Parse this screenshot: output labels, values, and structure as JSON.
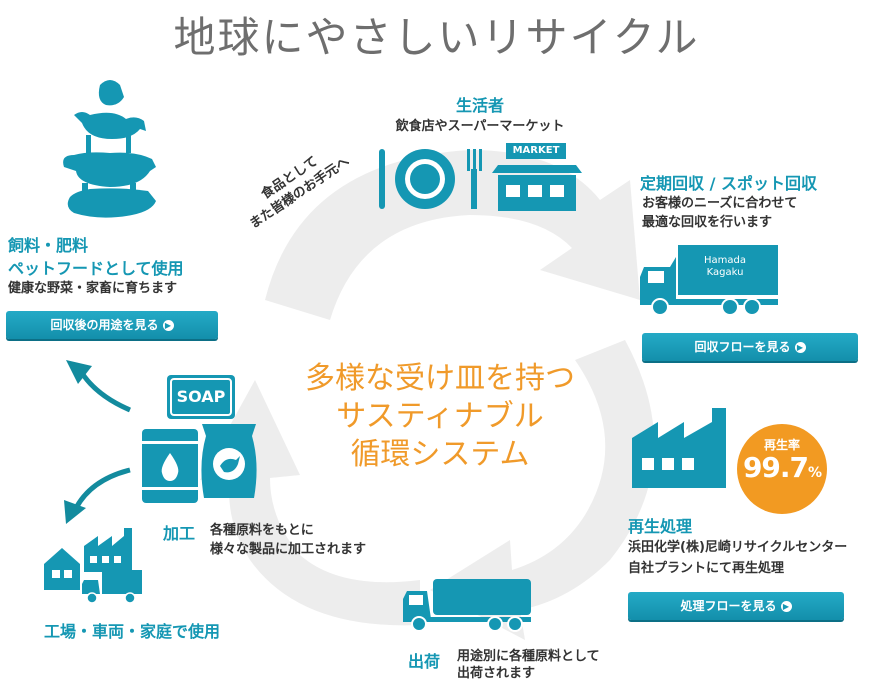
{
  "title": "地球にやさしいリサイクル",
  "center": {
    "line1": "多様な受け皿を持つ",
    "line2": "サスティナブル",
    "line3": "循環システム"
  },
  "consumer": {
    "heading": "生活者",
    "sub": "飲食店やスーパーマーケット",
    "market_sign": "MARKET"
  },
  "food_arrow": {
    "line1": "食品として",
    "line2": "また皆様のお手元へ"
  },
  "feed": {
    "heading1": "飼料・肥料",
    "heading2": "ペットフードとして使用",
    "sub": "健康な野菜・家畜に育ちます",
    "button": "回収後の用途を見る"
  },
  "collection": {
    "heading": "定期回収 / スポット回収",
    "sub1": "お客様のニーズに合わせて",
    "sub2": "最適な回収を行います",
    "truck_line1": "Hamada",
    "truck_line2": "Kagaku",
    "button": "回収フローを見る"
  },
  "recycle": {
    "badge_label": "再生率",
    "badge_value": "99.7",
    "badge_unit": "%",
    "heading": "再生処理",
    "sub1": "浜田化学(株)尼崎リサイクルセンター",
    "sub2": "自社プラントにて再生処理",
    "button": "処理フローを見る"
  },
  "processing": {
    "soap": "SOAP",
    "heading": "加工",
    "sub1": "各種原料をもとに",
    "sub2": "様々な製品に加工されます"
  },
  "industrial": {
    "heading": "工場・車両・家庭で使用"
  },
  "shipping": {
    "heading": "出荷",
    "sub1": "用途別に各種原料として",
    "sub2": "出荷されます"
  },
  "colors": {
    "teal": "#1597b3",
    "orange": "#f09a2a",
    "cycle_gray": "#ededed"
  }
}
